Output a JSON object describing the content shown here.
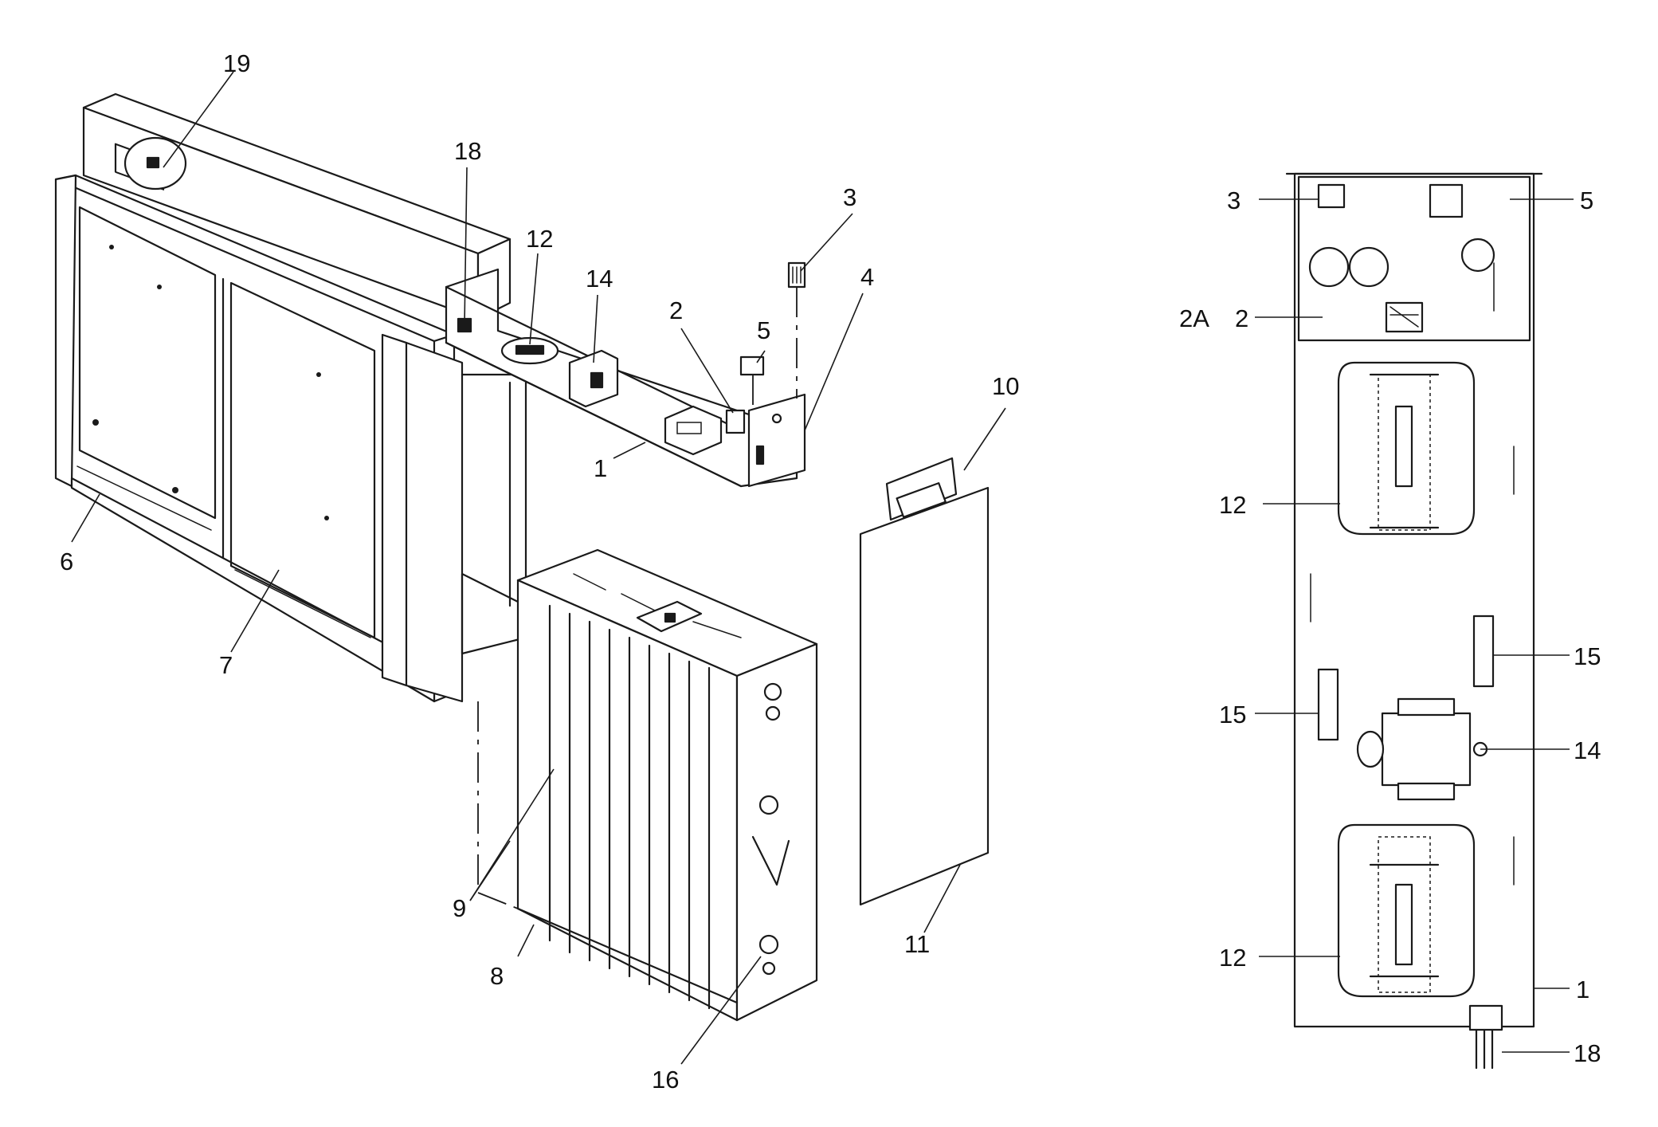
{
  "callouts": {
    "c19": "19",
    "c18": "18",
    "c12": "12",
    "c14": "14",
    "c2": "2",
    "c5": "5",
    "c3": "3",
    "c4": "4",
    "c1": "1",
    "c10": "10",
    "c6": "6",
    "c7": "7",
    "c9": "9",
    "c8": "8",
    "c16": "16",
    "c11": "11"
  },
  "detail_callouts": {
    "d3": "3",
    "d5": "5",
    "d2a": "2A",
    "d2": "2",
    "d12a": "12",
    "d15r": "15",
    "d15l": "15",
    "d14": "14",
    "d12b": "12",
    "d1": "1",
    "d18": "18"
  }
}
